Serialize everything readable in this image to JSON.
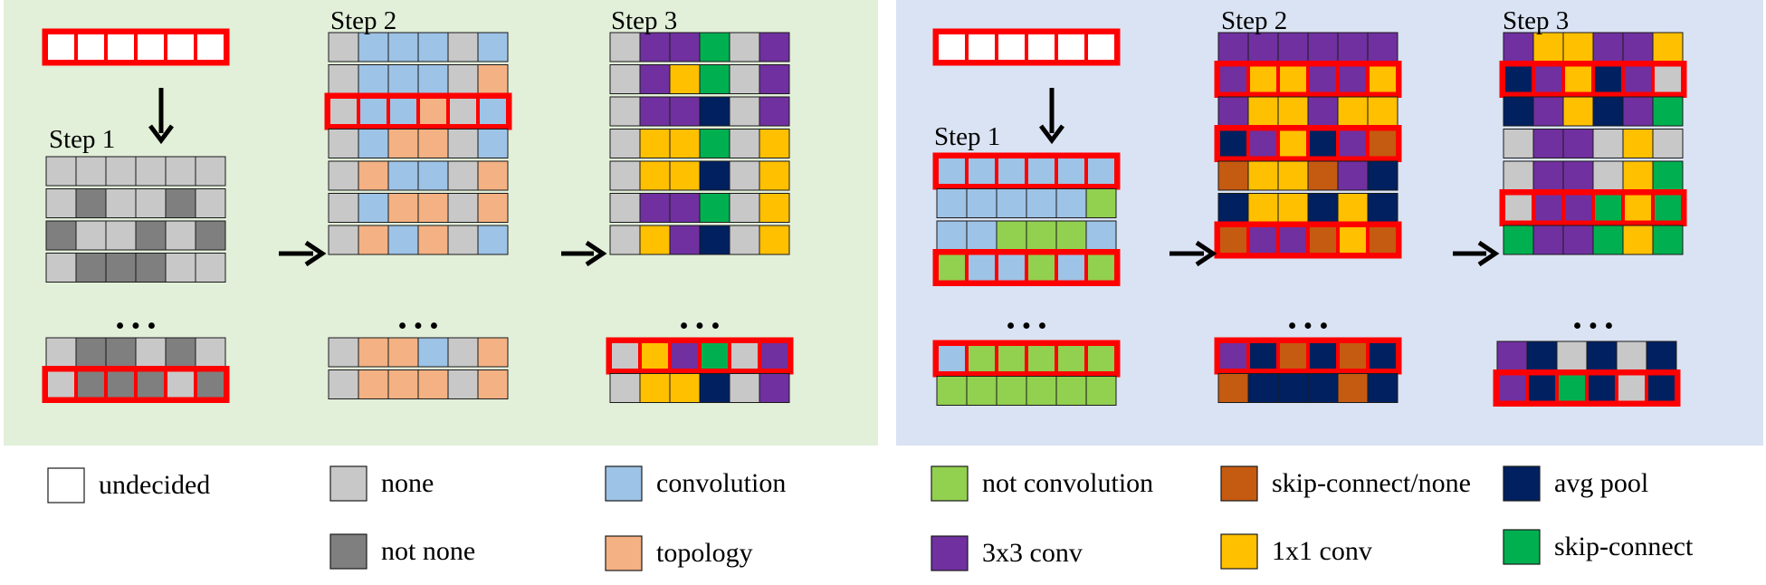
{
  "colors": {
    "left_panel_bg": "#e2efd9",
    "right_panel_bg": "#dae3f3",
    "highlight": "#ff0000",
    "undecided": "#ffffff",
    "none": "#c8c8c8",
    "not_none": "#7f7f7f",
    "convolution": "#9dc3e6",
    "topology": "#f4b183",
    "not_convolution": "#92d050",
    "skip_none": "#c55a11",
    "avg_pool": "#002060",
    "conv3x3": "#7030a0",
    "conv1x1": "#ffc000",
    "skip_connect": "#00b050"
  },
  "step_labels": {
    "step1": "Step 1",
    "step2": "Step 2",
    "step3": "Step 3"
  },
  "ellipsis": "• • •",
  "arrow_glyph": "→",
  "grids": {
    "left_undecided": {
      "rows": [
        [
          "U",
          "U",
          "U",
          "U",
          "U",
          "U"
        ]
      ],
      "highlight_rows": [
        0
      ]
    },
    "left_step1": {
      "top": [
        [
          "N",
          "N",
          "N",
          "N",
          "N",
          "N"
        ],
        [
          "N",
          "D",
          "N",
          "N",
          "D",
          "N"
        ],
        [
          "D",
          "N",
          "N",
          "D",
          "N",
          "D"
        ],
        [
          "N",
          "D",
          "D",
          "D",
          "N",
          "N"
        ]
      ],
      "bottom": [
        [
          "N",
          "D",
          "D",
          "N",
          "D",
          "N"
        ],
        [
          "N",
          "D",
          "D",
          "D",
          "N",
          "D"
        ]
      ],
      "top_highlight": [],
      "bottom_highlight": [
        1
      ]
    },
    "left_step2": {
      "top": [
        [
          "N",
          "C",
          "C",
          "C",
          "N",
          "C"
        ],
        [
          "N",
          "C",
          "C",
          "C",
          "N",
          "T"
        ],
        [
          "N",
          "C",
          "C",
          "T",
          "N",
          "C"
        ],
        [
          "N",
          "C",
          "T",
          "T",
          "N",
          "C"
        ],
        [
          "N",
          "T",
          "C",
          "C",
          "N",
          "T"
        ],
        [
          "N",
          "C",
          "T",
          "T",
          "N",
          "T"
        ],
        [
          "N",
          "T",
          "C",
          "T",
          "N",
          "C"
        ]
      ],
      "bottom": [
        [
          "N",
          "T",
          "T",
          "C",
          "N",
          "T"
        ],
        [
          "N",
          "T",
          "T",
          "T",
          "N",
          "T"
        ]
      ],
      "top_highlight": [
        2
      ],
      "bottom_highlight": []
    },
    "left_step3": {
      "top": [
        [
          "N",
          "P",
          "P",
          "S",
          "N",
          "P"
        ],
        [
          "N",
          "P",
          "Y",
          "S",
          "N",
          "P"
        ],
        [
          "N",
          "P",
          "P",
          "A",
          "N",
          "P"
        ],
        [
          "N",
          "Y",
          "Y",
          "S",
          "N",
          "Y"
        ],
        [
          "N",
          "Y",
          "Y",
          "A",
          "N",
          "Y"
        ],
        [
          "N",
          "P",
          "P",
          "S",
          "N",
          "Y"
        ],
        [
          "N",
          "Y",
          "P",
          "A",
          "N",
          "Y"
        ]
      ],
      "bottom": [
        [
          "N",
          "Y",
          "P",
          "S",
          "N",
          "P"
        ],
        [
          "N",
          "Y",
          "Y",
          "A",
          "N",
          "P"
        ]
      ],
      "top_highlight": [],
      "bottom_highlight": [
        0
      ]
    },
    "right_undecided": {
      "rows": [
        [
          "U",
          "U",
          "U",
          "U",
          "U",
          "U"
        ]
      ],
      "highlight_rows": [
        0
      ]
    },
    "right_step1": {
      "top": [
        [
          "C",
          "C",
          "C",
          "C",
          "C",
          "C"
        ],
        [
          "C",
          "C",
          "C",
          "C",
          "C",
          "G"
        ],
        [
          "C",
          "C",
          "G",
          "G",
          "G",
          "C"
        ],
        [
          "G",
          "C",
          "C",
          "G",
          "C",
          "G"
        ]
      ],
      "bottom": [
        [
          "C",
          "G",
          "G",
          "G",
          "G",
          "G"
        ],
        [
          "G",
          "G",
          "G",
          "G",
          "G",
          "G"
        ]
      ],
      "top_highlight": [
        0,
        3
      ],
      "bottom_highlight": [
        0
      ]
    },
    "right_step2": {
      "top": [
        [
          "P",
          "P",
          "P",
          "P",
          "P",
          "P"
        ],
        [
          "P",
          "Y",
          "Y",
          "P",
          "P",
          "Y"
        ],
        [
          "P",
          "Y",
          "Y",
          "P",
          "Y",
          "Y"
        ],
        [
          "A",
          "P",
          "Y",
          "A",
          "P",
          "K"
        ],
        [
          "K",
          "Y",
          "Y",
          "K",
          "P",
          "A"
        ],
        [
          "A",
          "Y",
          "Y",
          "A",
          "Y",
          "A"
        ],
        [
          "K",
          "P",
          "P",
          "K",
          "Y",
          "K"
        ]
      ],
      "bottom": [
        [
          "P",
          "A",
          "K",
          "A",
          "K",
          "A"
        ],
        [
          "K",
          "A",
          "A",
          "A",
          "K",
          "A"
        ]
      ],
      "top_highlight": [
        1,
        3,
        6
      ],
      "bottom_highlight": [
        0
      ]
    },
    "right_step3": {
      "top": [
        [
          "P",
          "Y",
          "Y",
          "P",
          "P",
          "Y"
        ],
        [
          "A",
          "P",
          "Y",
          "A",
          "P",
          "N"
        ],
        [
          "A",
          "P",
          "Y",
          "A",
          "P",
          "S"
        ],
        [
          "N",
          "P",
          "P",
          "N",
          "Y",
          "N"
        ],
        [
          "N",
          "P",
          "P",
          "N",
          "Y",
          "S"
        ],
        [
          "N",
          "P",
          "P",
          "S",
          "Y",
          "S"
        ],
        [
          "S",
          "P",
          "P",
          "S",
          "Y",
          "S"
        ]
      ],
      "bottom": [
        [
          "P",
          "A",
          "N",
          "A",
          "N",
          "A"
        ],
        [
          "P",
          "A",
          "S",
          "A",
          "N",
          "A"
        ]
      ],
      "top_highlight": [
        1,
        5
      ],
      "bottom_highlight": [
        1
      ]
    }
  },
  "legend": [
    {
      "code": "U",
      "label": "undecided"
    },
    {
      "code": "N",
      "label": "none"
    },
    {
      "code": "C",
      "label": "convolution"
    },
    {
      "code": "D",
      "label": "not none"
    },
    {
      "code": "T",
      "label": "topology"
    },
    {
      "code": "G",
      "label": "not convolution"
    },
    {
      "code": "K",
      "label": "skip-connect/none"
    },
    {
      "code": "A",
      "label": "avg pool"
    },
    {
      "code": "P",
      "label": "3x3 conv"
    },
    {
      "code": "Y",
      "label": "1x1 conv"
    },
    {
      "code": "S",
      "label": "skip-connect"
    }
  ]
}
